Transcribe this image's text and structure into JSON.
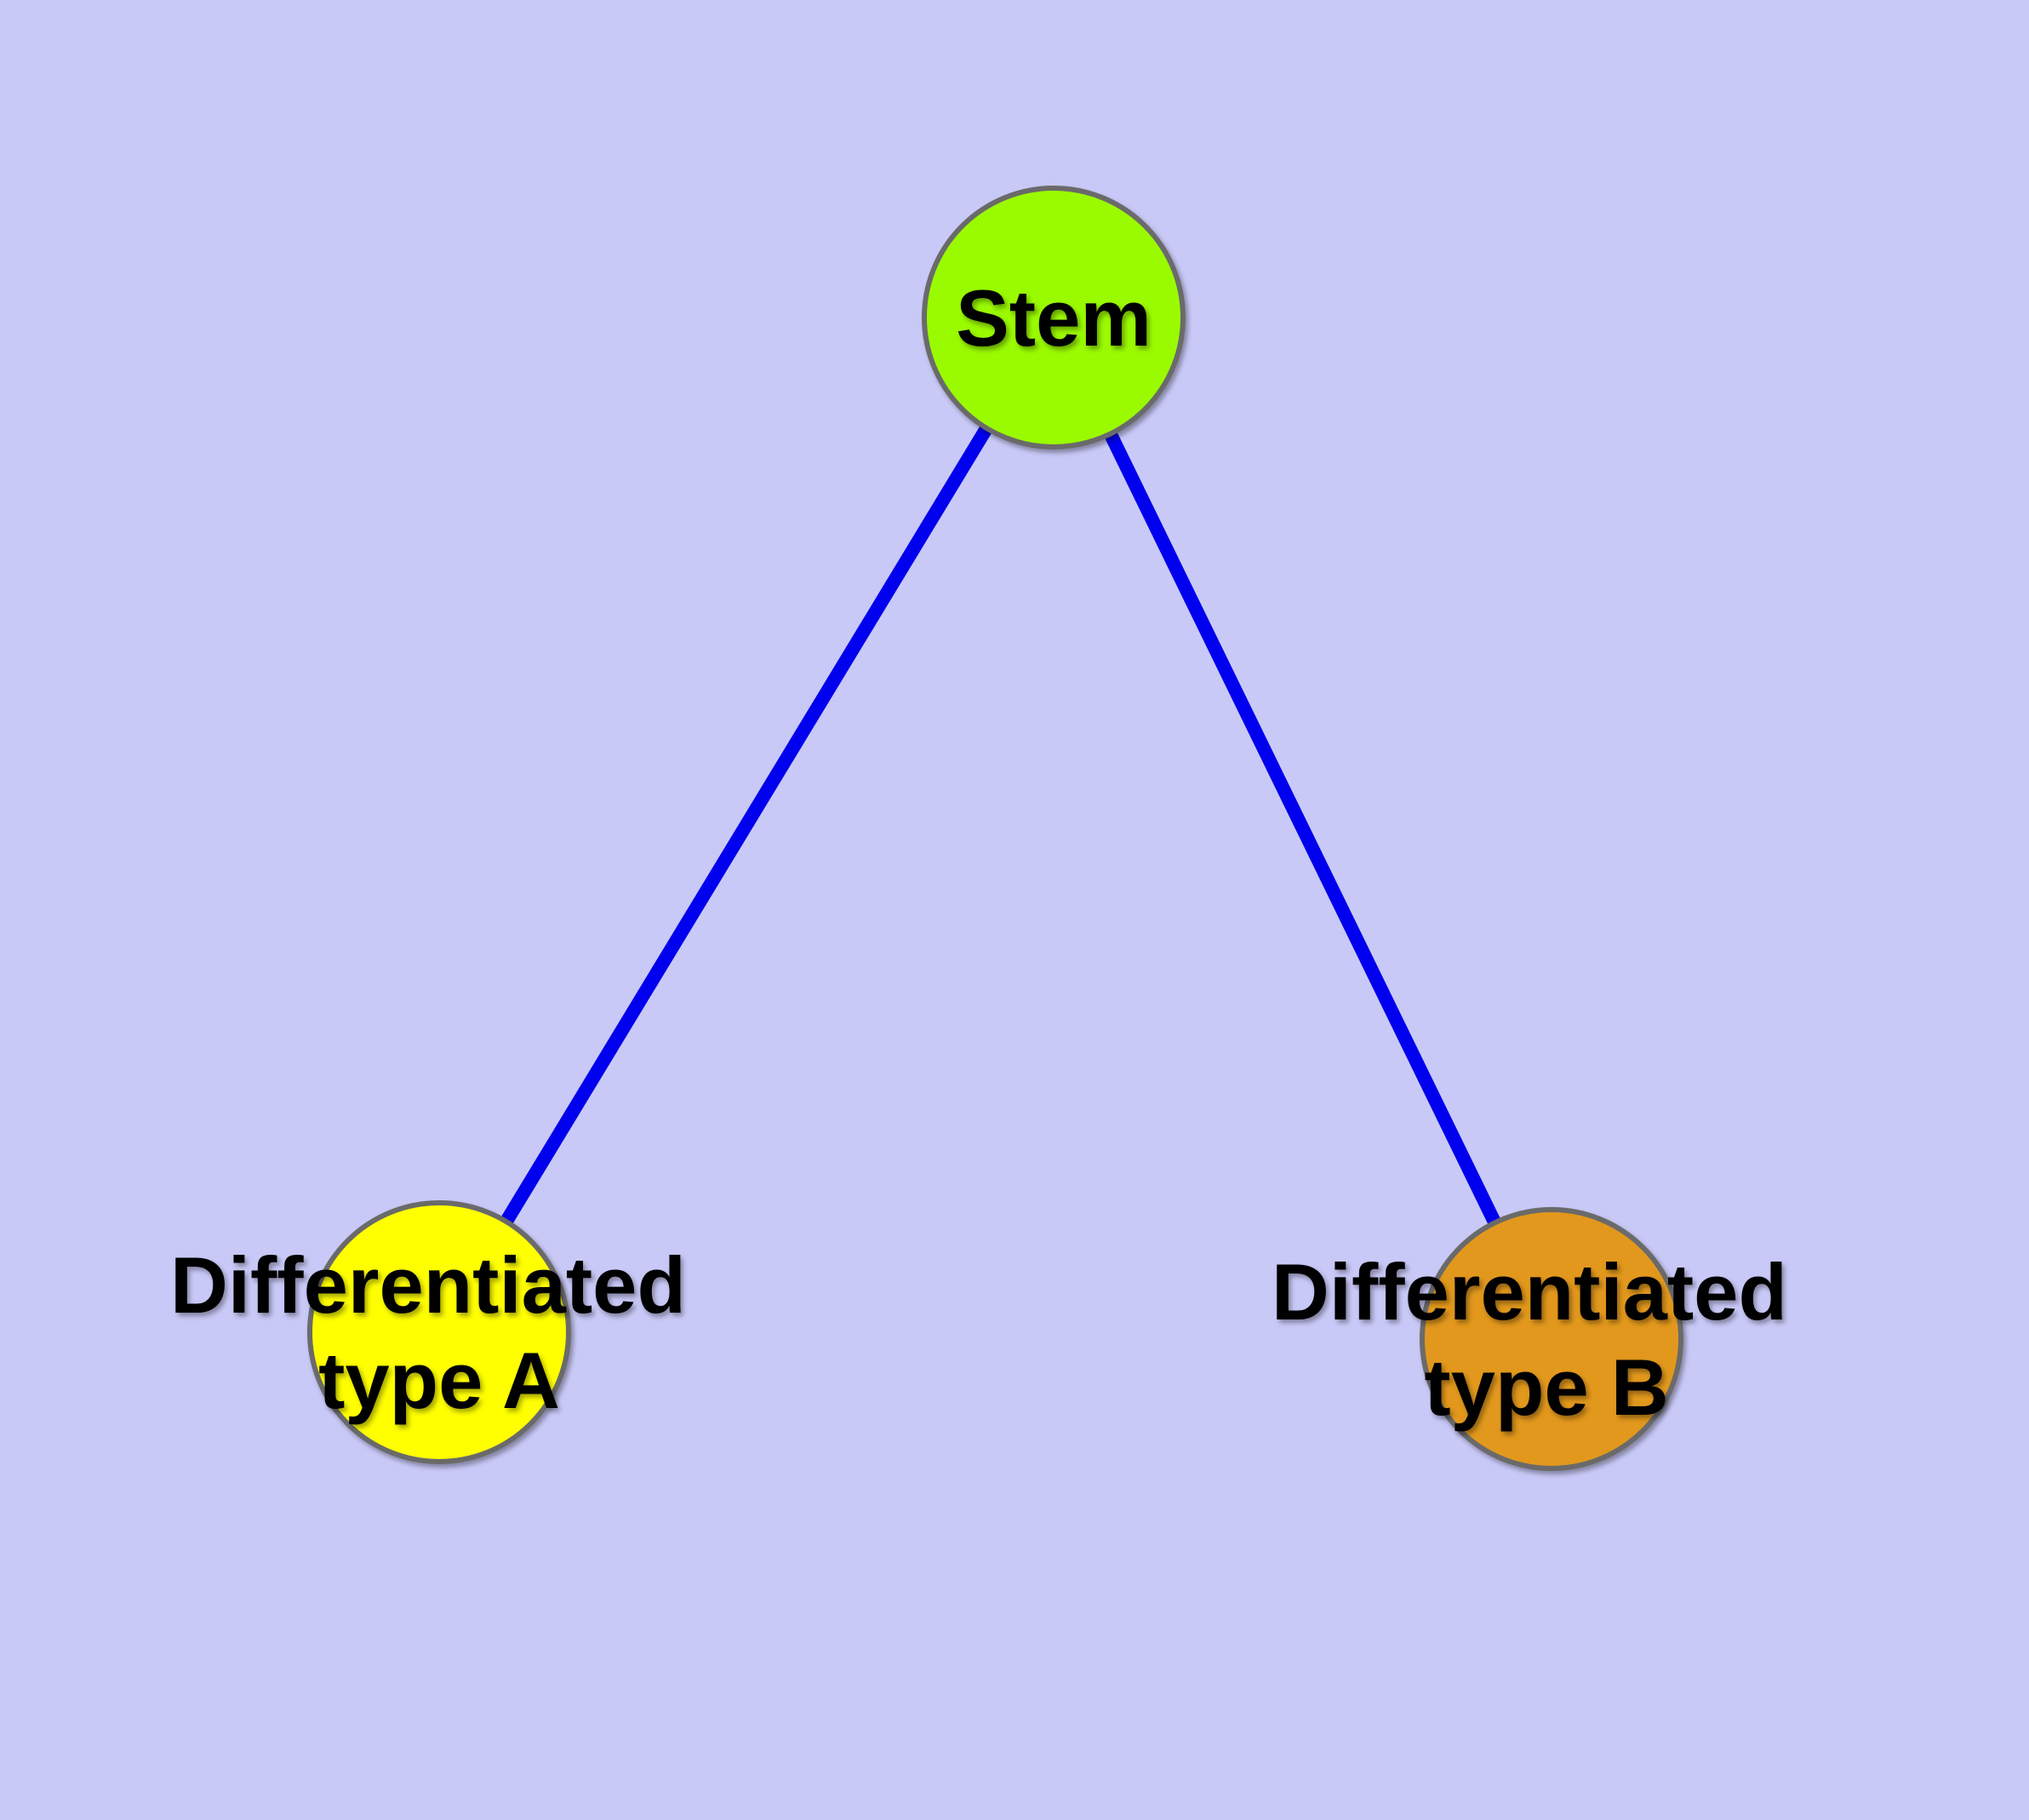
{
  "diagram": {
    "title": "Stem cell differentiation graph",
    "background_color": "#c9c9f8",
    "edge_color": "#0000ee",
    "node_border_color": "#6b6b6b",
    "label_color": "#000000",
    "nodes": [
      {
        "id": "stem",
        "label_lines": [
          "Stem",
          ""
        ],
        "fill": "#9afb00"
      },
      {
        "id": "type-a",
        "label_lines": [
          "Differentiated",
          "type A"
        ],
        "fill": "#ffff00"
      },
      {
        "id": "type-b",
        "label_lines": [
          "Differentiated",
          "type B"
        ],
        "fill": "#e2981f"
      }
    ],
    "edges": [
      {
        "from": "stem",
        "to": "type-a"
      },
      {
        "from": "stem",
        "to": "type-b"
      }
    ]
  }
}
